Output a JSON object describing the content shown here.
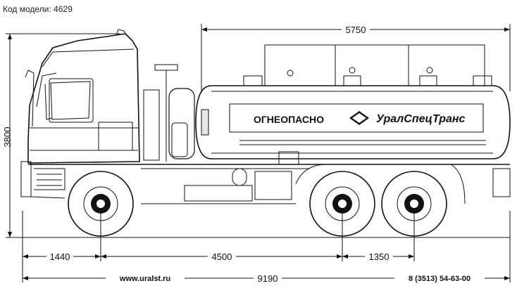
{
  "header": {
    "model_label": "Код модели: 4629"
  },
  "tank": {
    "warning_text": "ОГНЕОПАСНО",
    "brand_text": "УралСпецТранс"
  },
  "dimensions": {
    "tank_length": "5750",
    "height": "3800",
    "front_overhang": "1440",
    "wheelbase": "4500",
    "bogie_spacing": "1350",
    "total_length": "9190"
  },
  "footer": {
    "website": "www.uralst.ru",
    "phone": "8 (3513) 54-63-00"
  }
}
